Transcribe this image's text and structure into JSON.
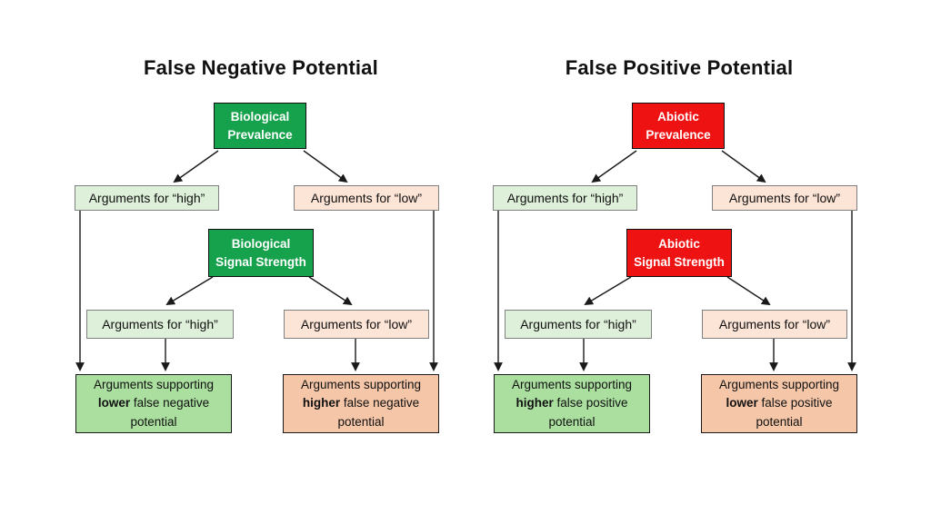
{
  "colors": {
    "green": "#16a24c",
    "red": "#ee1212",
    "green-light": "#def0d9",
    "peach-light": "#fce4d6",
    "green-mid": "#aadf9f",
    "peach-mid": "#f5c6a8",
    "gray": "#808080"
  },
  "panels": [
    {
      "title": "False Negative Potential",
      "prevalence": {
        "line1": "Biological",
        "line2": "Prevalence"
      },
      "signal": {
        "line1": "Biological",
        "line2": "Signal Strength"
      },
      "prevalence_high": "Arguments for “high”",
      "prevalence_low": "Arguments for “low”",
      "signal_high": "Arguments for “high”",
      "signal_low": "Arguments for “low”",
      "outcome_left": {
        "prefix": "Arguments supporting",
        "emphasis": "lower",
        "suffix": "false negative potential"
      },
      "outcome_right": {
        "prefix": "Arguments supporting",
        "emphasis": "higher",
        "suffix": "false negative potential"
      }
    },
    {
      "title": "False Positive Potential",
      "prevalence": {
        "line1": "Abiotic",
        "line2": "Prevalence"
      },
      "signal": {
        "line1": "Abiotic",
        "line2": "Signal Strength"
      },
      "prevalence_high": "Arguments for “high”",
      "prevalence_low": "Arguments for “low”",
      "signal_high": "Arguments for “high”",
      "signal_low": "Arguments for “low”",
      "outcome_left": {
        "prefix": "Arguments supporting",
        "emphasis": "higher",
        "suffix": "false positive potential"
      },
      "outcome_right": {
        "prefix": "Arguments supporting",
        "emphasis": "lower",
        "suffix": "false positive potential"
      }
    }
  ]
}
